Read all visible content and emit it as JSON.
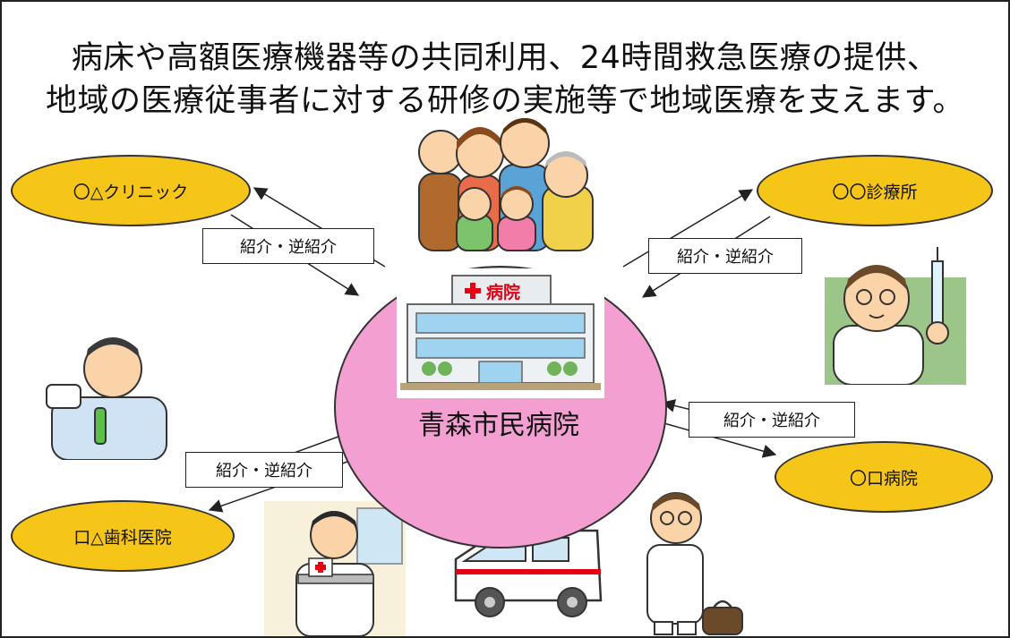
{
  "headline": {
    "line1": "病床や高額医療機器等の共同利用、24時間救急医療の提供、",
    "line2": "地域の医療従事者に対する研修の実施等で地域医療を支えます。"
  },
  "hub": {
    "name": "青森市民病院",
    "building_sign": "病院"
  },
  "partners": {
    "clinic_a": "〇△クリニック",
    "clinic_b": "〇〇診療所",
    "hospital_c": "〇口病院",
    "dental_d": "口△歯科医院"
  },
  "referral_label": "紹介・逆紹介",
  "colors": {
    "hub_fill": "#f39fd2",
    "partner_fill": "#f5c518",
    "building_sign": "#e60012"
  }
}
